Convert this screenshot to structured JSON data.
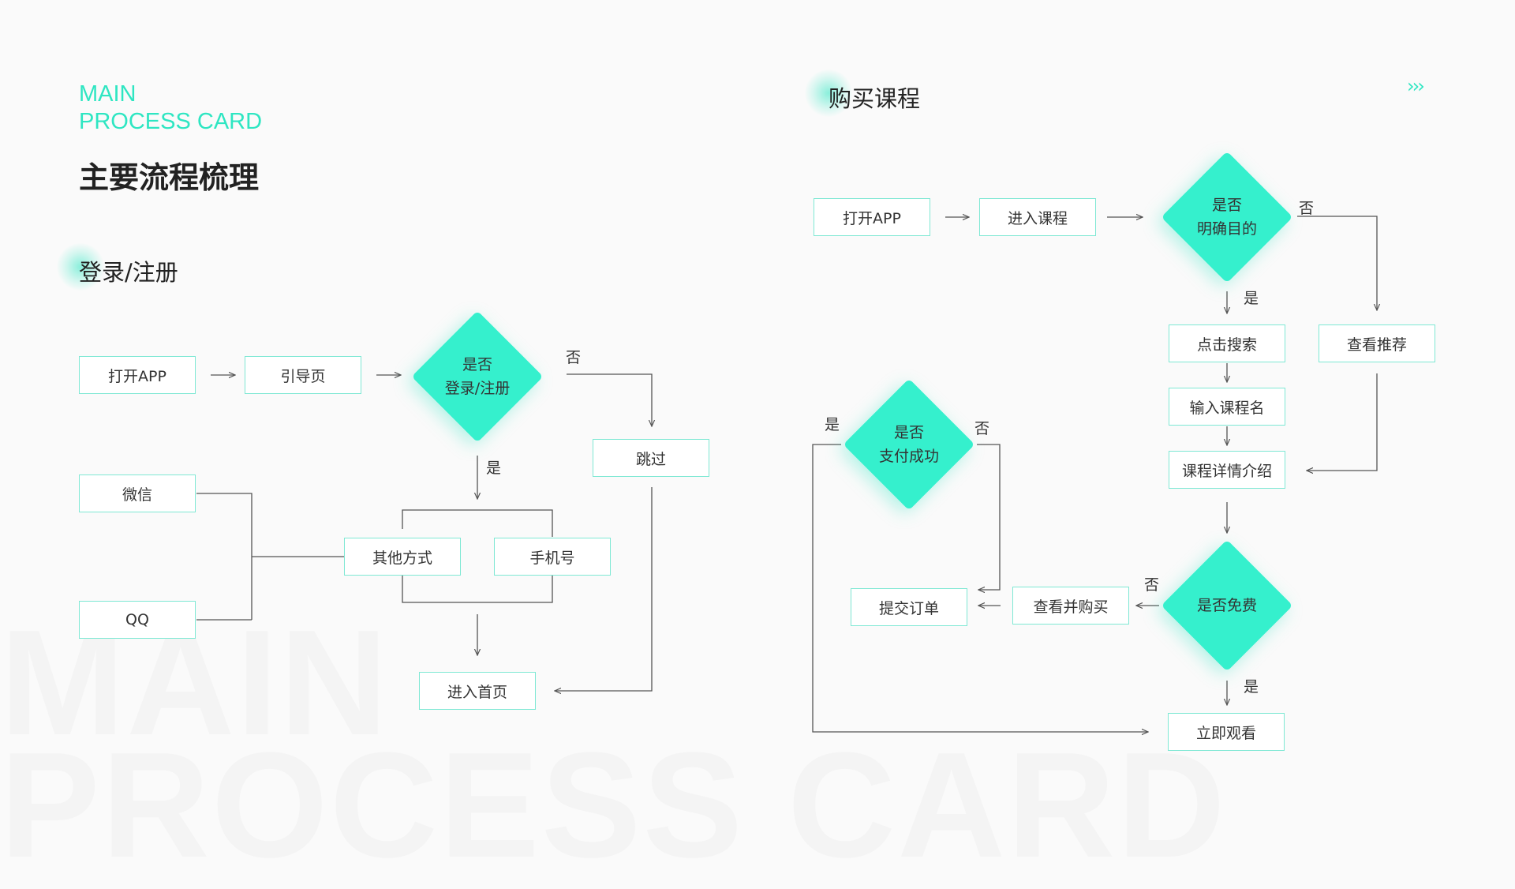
{
  "watermark": {
    "line1": "MAIN",
    "line2": "PROCESS CARD"
  },
  "header": {
    "brand_line1": "MAIN",
    "brand_line2": "PROCESS CARD",
    "title": "主要流程梳理",
    "chevrons": "›››"
  },
  "colors": {
    "accent": "#2ee6c2",
    "diamond": "#35f0cd",
    "box_border": "#7fe8d4",
    "line": "#555555"
  },
  "login": {
    "title": "登录/注册",
    "open_app": "打开APP",
    "guide": "引导页",
    "decision": {
      "line1": "是否",
      "line2": "登录/注册"
    },
    "no": "否",
    "yes": "是",
    "skip": "跳过",
    "wechat": "微信",
    "qq": "QQ",
    "other": "其他方式",
    "phone": "手机号",
    "home": "进入首页"
  },
  "purchase": {
    "title": "购买课程",
    "open_app": "打开APP",
    "enter_course": "进入课程",
    "decision_goal": {
      "line1": "是否",
      "line2": "明确目的"
    },
    "no_goal": "否",
    "yes_goal": "是",
    "search": "点击搜索",
    "recommend": "查看推荐",
    "input_name": "输入课程名",
    "detail": "课程详情介绍",
    "decision_free": "是否免费",
    "no_free": "否",
    "yes_free": "是",
    "watch": "立即观看",
    "buy": "查看并购买",
    "submit": "提交订单",
    "decision_pay": {
      "line1": "是否",
      "line2": "支付成功"
    },
    "no_pay": "否",
    "yes_pay": "是"
  }
}
